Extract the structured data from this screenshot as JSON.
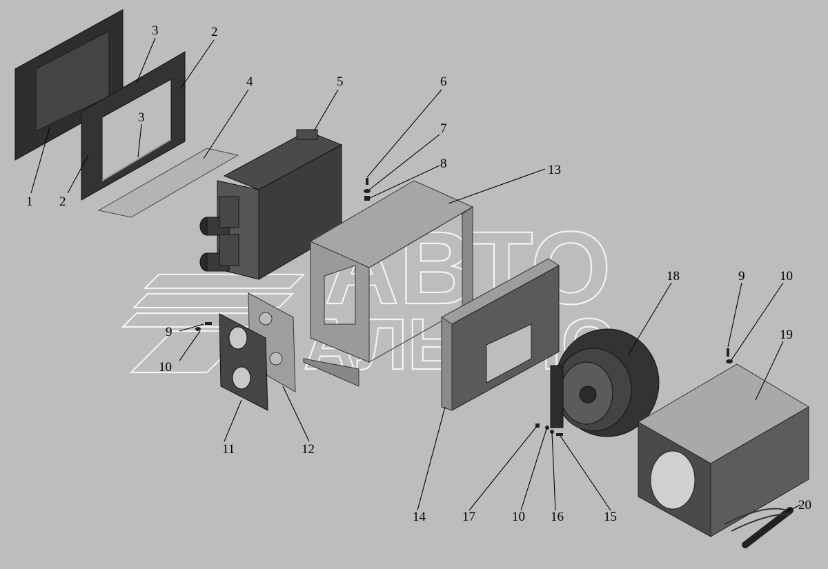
{
  "watermark": {
    "line1": "АВТО",
    "line2": "АЛЬЯНС"
  },
  "callouts": [
    {
      "id": "c1",
      "text": "1"
    },
    {
      "id": "c2a",
      "text": "2"
    },
    {
      "id": "c2b",
      "text": "2"
    },
    {
      "id": "c3a",
      "text": "3"
    },
    {
      "id": "c3b",
      "text": "3"
    },
    {
      "id": "c4",
      "text": "4"
    },
    {
      "id": "c5",
      "text": "5"
    },
    {
      "id": "c6",
      "text": "6"
    },
    {
      "id": "c7",
      "text": "7"
    },
    {
      "id": "c8",
      "text": "8"
    },
    {
      "id": "c9a",
      "text": "9"
    },
    {
      "id": "c9b",
      "text": "9"
    },
    {
      "id": "c10a",
      "text": "10"
    },
    {
      "id": "c10b",
      "text": "10"
    },
    {
      "id": "c10c",
      "text": "10"
    },
    {
      "id": "c11",
      "text": "11"
    },
    {
      "id": "c12",
      "text": "12"
    },
    {
      "id": "c13",
      "text": "13"
    },
    {
      "id": "c14",
      "text": "14"
    },
    {
      "id": "c15",
      "text": "15"
    },
    {
      "id": "c16",
      "text": "16"
    },
    {
      "id": "c17",
      "text": "17"
    },
    {
      "id": "c18",
      "text": "18"
    },
    {
      "id": "c19",
      "text": "19"
    },
    {
      "id": "c20",
      "text": "20"
    }
  ],
  "colors": {
    "background": "#bdbdbd",
    "dark_part": "#3a3a3a",
    "mid_part": "#8c8c8c",
    "light_part": "#a8a8a8"
  }
}
